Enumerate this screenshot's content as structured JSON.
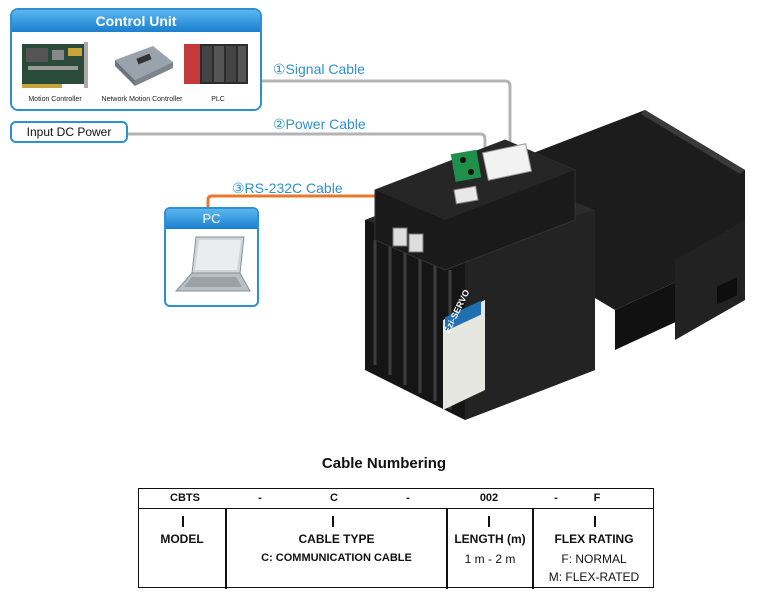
{
  "control_unit": {
    "title": "Control Unit",
    "devices": [
      {
        "label": "Motion Controller",
        "icon": "motion-controller-card"
      },
      {
        "label": "Network Motion Controller",
        "icon": "network-controller-module"
      },
      {
        "label": "PLC",
        "icon": "plc-rack"
      }
    ]
  },
  "input_power": {
    "label": "Input DC Power"
  },
  "pc": {
    "title": "PC",
    "icon": "laptop-icon"
  },
  "cables": [
    {
      "label": "①Signal Cable"
    },
    {
      "label": "②Power Cable"
    },
    {
      "label": "③RS-232C Cable"
    }
  ],
  "motor": {
    "brand": "Ezi-SERVO",
    "icon": "servo-motor"
  },
  "colors": {
    "panel_blue": "#2e8fd3",
    "cable_gray": "#b4b4b4",
    "cable_orange": "#e8782a",
    "label_blue": "#2f8fd0"
  },
  "cable_numbering": {
    "title": "Cable Numbering",
    "code_parts": [
      "CBTS",
      "-",
      "C",
      "-",
      "002",
      "-",
      "F"
    ],
    "columns": [
      {
        "header": "MODEL",
        "lines": []
      },
      {
        "header": "CABLE TYPE",
        "lines": [
          "C: COMMUNICATION CABLE"
        ]
      },
      {
        "header": "LENGTH (m)",
        "lines": [
          "1 m - 2 m"
        ]
      },
      {
        "header": "FLEX RATING",
        "lines": [
          "F: NORMAL",
          "M: FLEX-RATED"
        ]
      }
    ]
  }
}
